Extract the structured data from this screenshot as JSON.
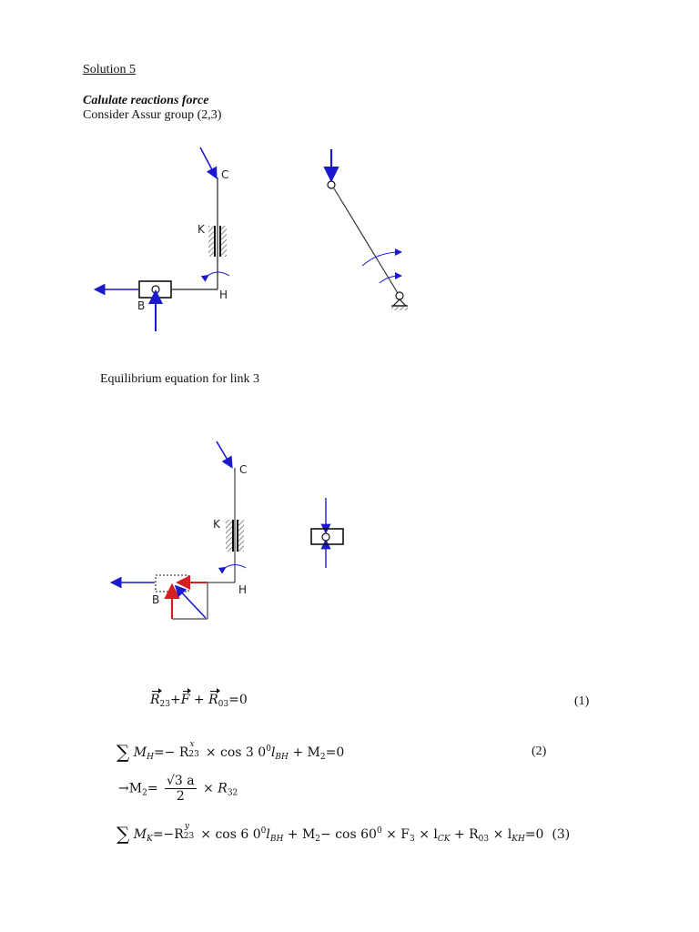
{
  "document": {
    "heading": "Solution 5",
    "section_title": "Calulate reactions force",
    "intro": "Consider Assur group (2,3)",
    "subheading": "Equilibrium equation for link 3"
  },
  "diagrams": {
    "fig1": {
      "labels": {
        "c": "C",
        "k": "K",
        "h": "H",
        "b": "B"
      }
    },
    "fig2": {
      "description": "crank link with support, applied force and moments"
    },
    "fig3": {
      "labels": {
        "c": "C",
        "k": "K",
        "h": "H",
        "b": "B"
      }
    },
    "fig4": {
      "description": "slider block with vertical force"
    },
    "colors": {
      "force": "#1a1acc",
      "reaction": "#d42020",
      "line": "#222222"
    }
  },
  "equations": {
    "eq1": {
      "R": "R",
      "sub23": "23",
      "plus": "+",
      "F": "F",
      "sub03": "03",
      "eq0": "=0",
      "number": "(1)"
    },
    "eq2": {
      "sigma": "∑",
      "M": "M",
      "subH": "H",
      "mid": "=− R",
      "supx": "x",
      "sub23": "23",
      "cos": " × cos 3 0",
      "deg": "0",
      "l": "l",
      "subBH": "BH",
      "plus": " + M",
      "sub2": "2",
      "end": "=0",
      "number": "(2)"
    },
    "eq2b": {
      "arrow": "→M",
      "sub2": "2",
      "equals": "= ",
      "num": "√3 a",
      "den": "2",
      "times": " × ",
      "R": "R",
      "sub32": "32"
    },
    "eq3": {
      "sigma": "∑",
      "M": "M",
      "subK": "K",
      "mid": "=−R",
      "supy": "y",
      "sub23": "23",
      "cos1": " × cos 6 0",
      "deg1": "0",
      "l1": "l",
      "subBH": "BH",
      "plus1": " + M",
      "sub2": "2",
      "cos2": "− cos 60",
      "deg2": "0",
      "times1": " × F",
      "sub3": "3",
      "times2": " × l",
      "subCK": "CK",
      "plus2": " + R",
      "sub03": "03",
      "times3": " × l",
      "subKH": "KH",
      "end": "=0",
      "number": "(3)"
    }
  }
}
